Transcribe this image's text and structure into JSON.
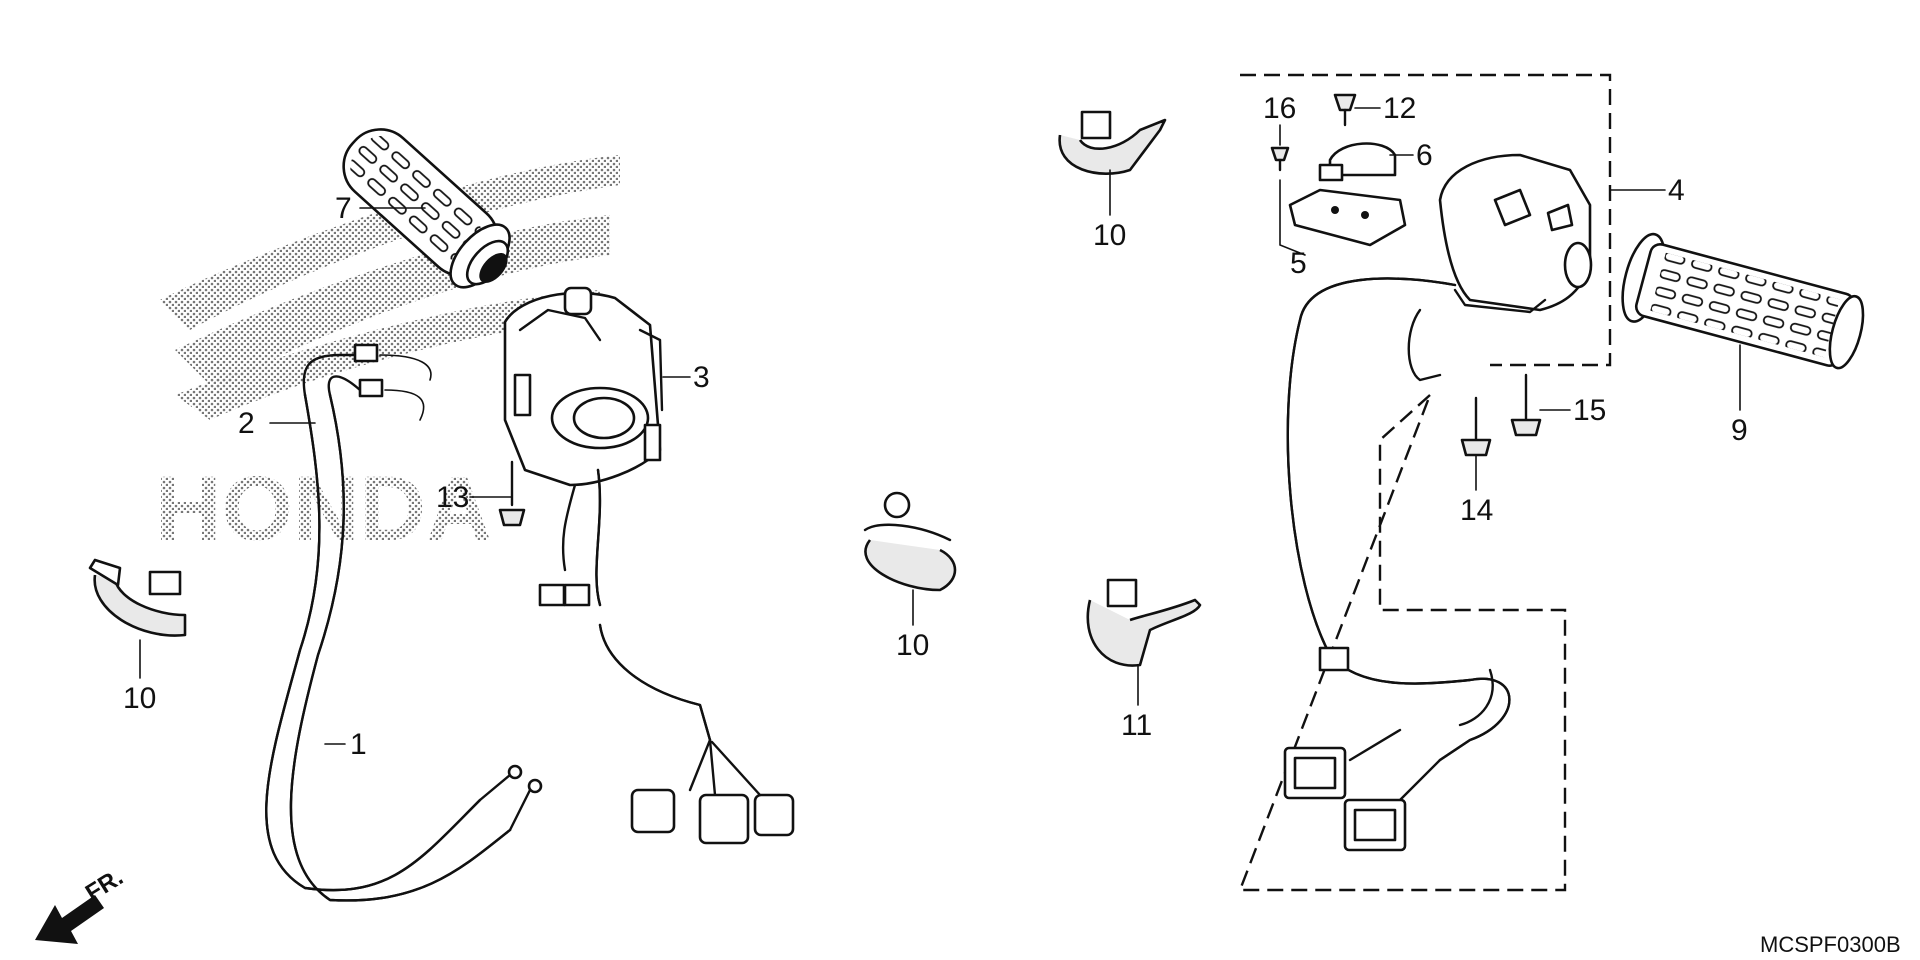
{
  "diagram": {
    "code": "MCSPF0300B",
    "direction_label": "FR.",
    "watermark_text": "HONDA",
    "callouts": [
      {
        "id": "c1",
        "label": "1"
      },
      {
        "id": "c2",
        "label": "2"
      },
      {
        "id": "c3",
        "label": "3"
      },
      {
        "id": "c4",
        "label": "4"
      },
      {
        "id": "c5",
        "label": "5"
      },
      {
        "id": "c6",
        "label": "6"
      },
      {
        "id": "c7",
        "label": "7"
      },
      {
        "id": "c9",
        "label": "9"
      },
      {
        "id": "c10a",
        "label": "10"
      },
      {
        "id": "c10b",
        "label": "10"
      },
      {
        "id": "c10c",
        "label": "10"
      },
      {
        "id": "c11",
        "label": "11"
      },
      {
        "id": "c12",
        "label": "12"
      },
      {
        "id": "c13",
        "label": "13"
      },
      {
        "id": "c14",
        "label": "14"
      },
      {
        "id": "c15",
        "label": "15"
      },
      {
        "id": "c16",
        "label": "16"
      }
    ]
  }
}
